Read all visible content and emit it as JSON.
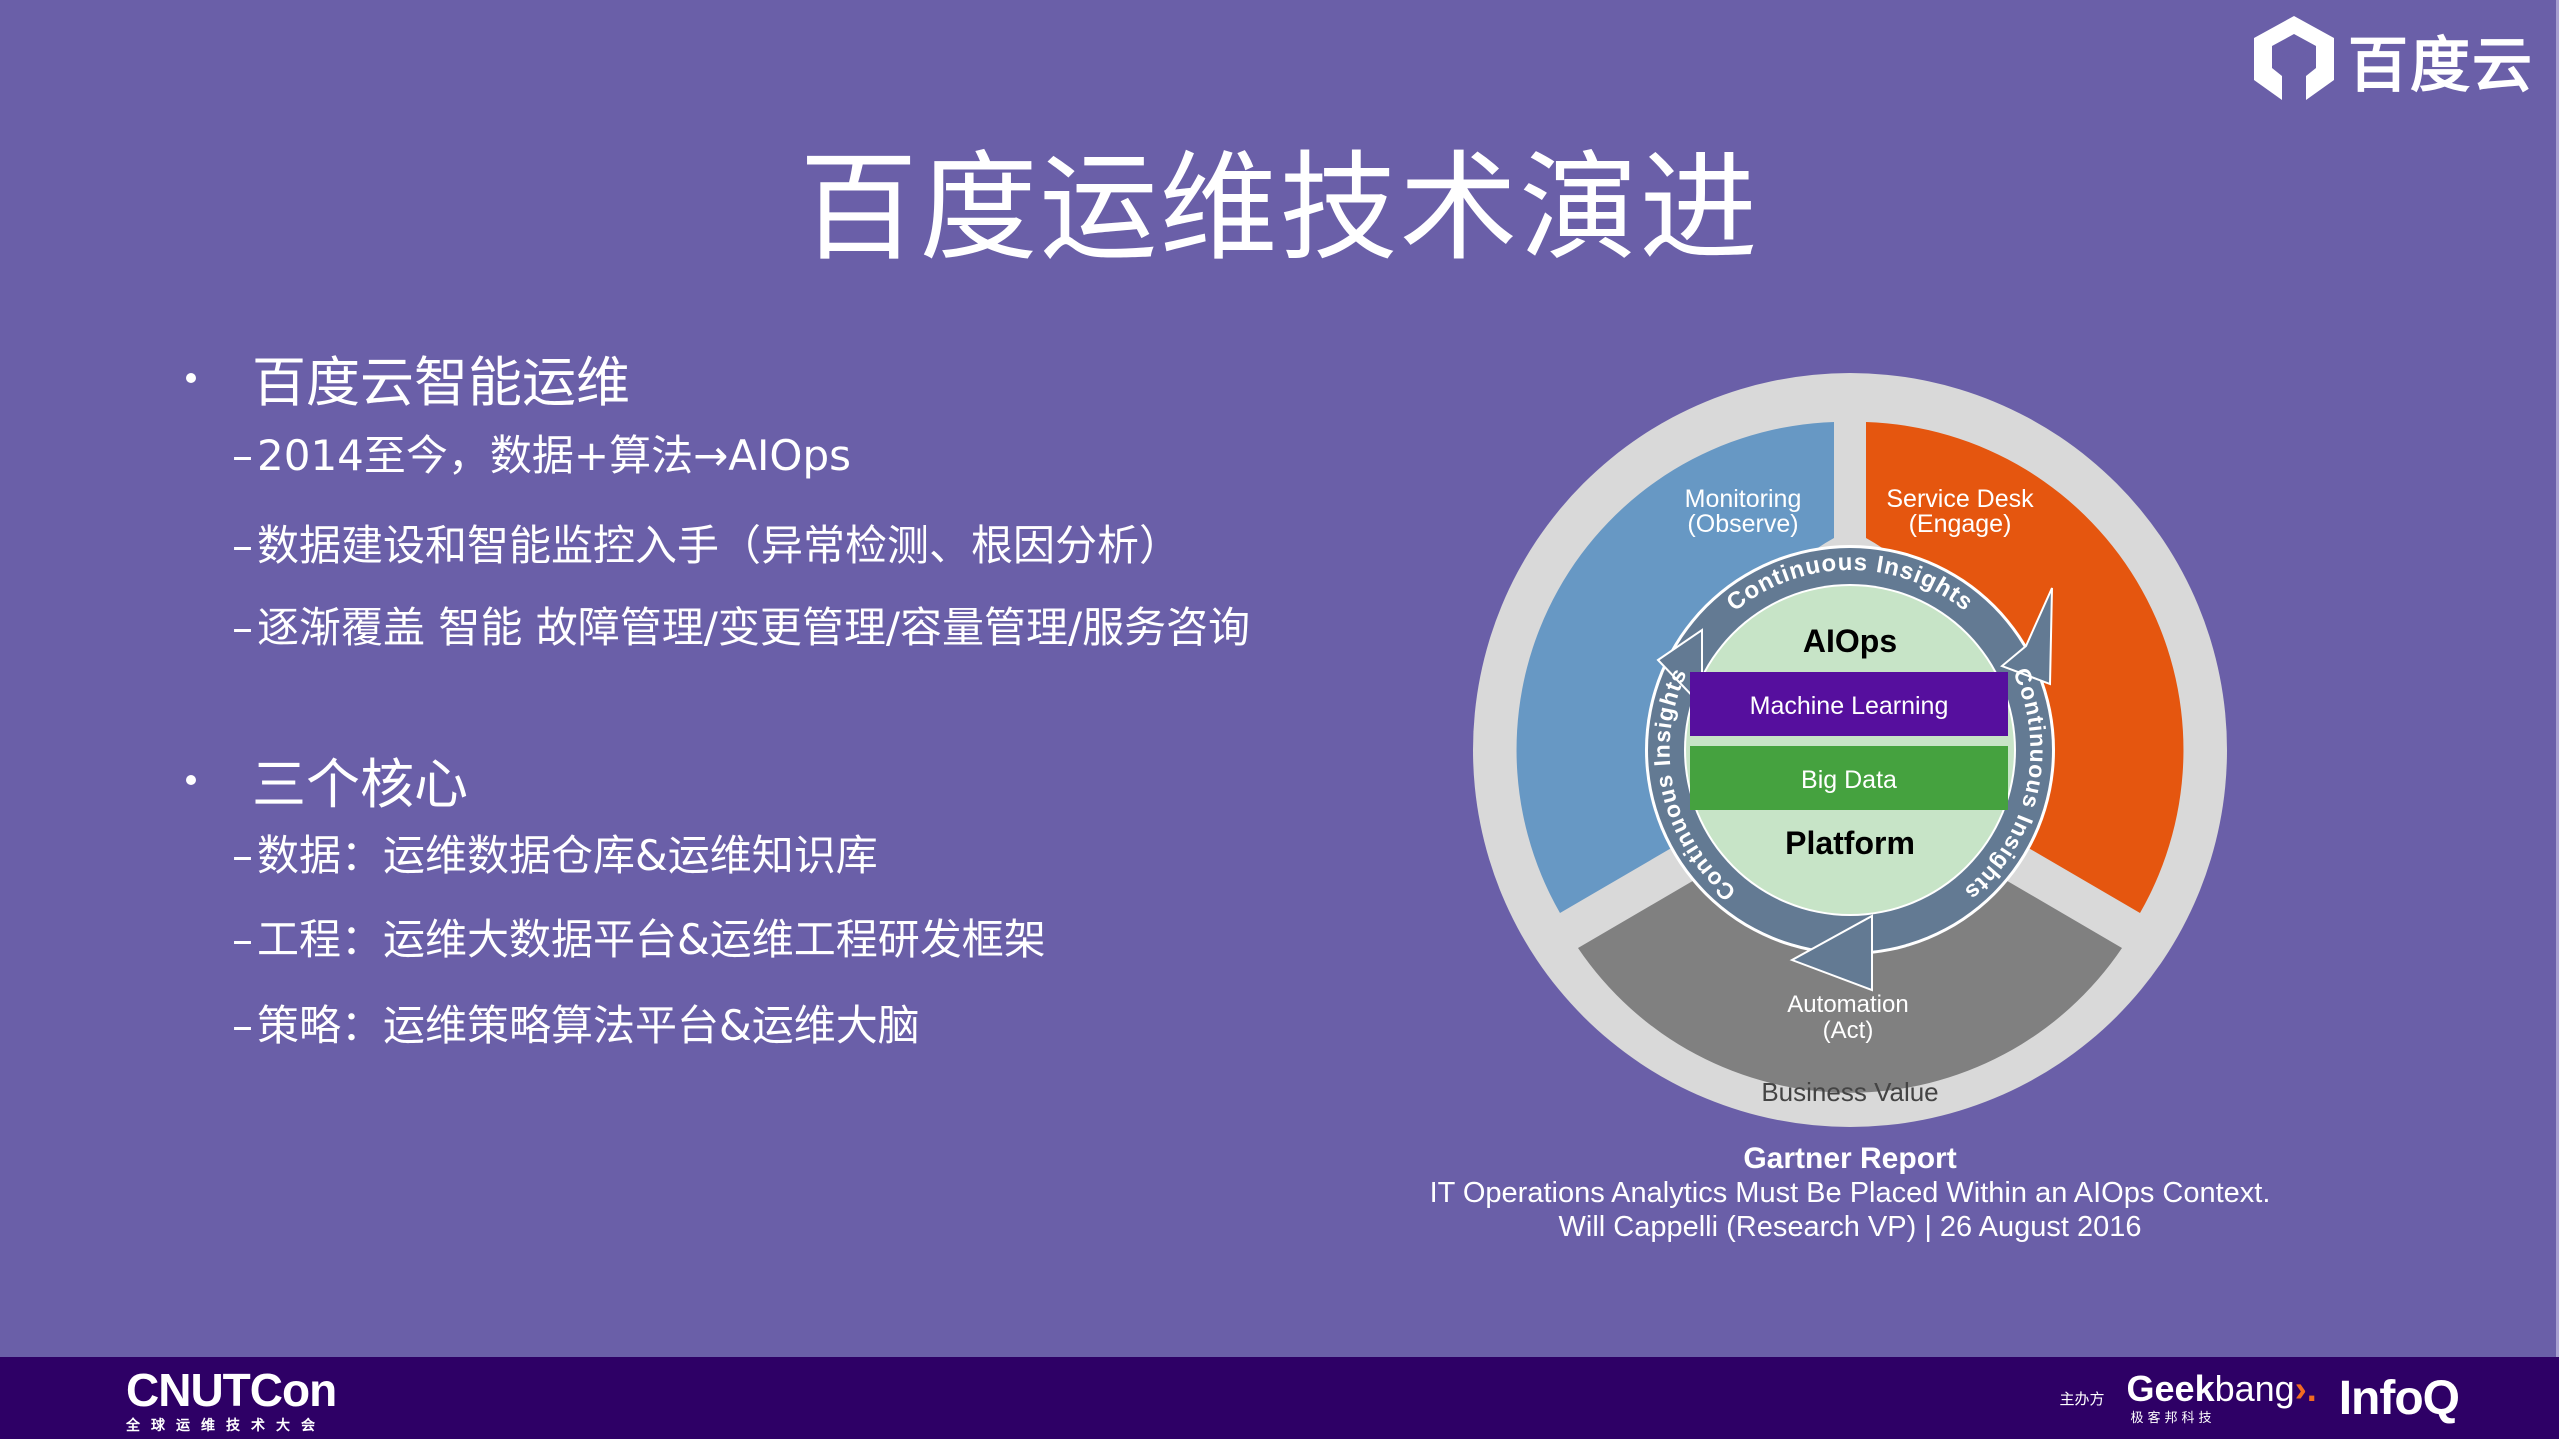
{
  "header": {
    "logo_text": "百度云",
    "title": "百度运维技术演进"
  },
  "content": {
    "bullets": [
      {
        "label": "百度云智能运维",
        "subs": [
          "2014至今，数据+算法→AIOps",
          "数据建设和智能监控入手（异常检测、根因分析）",
          "逐渐覆盖 智能 故障管理/变更管理/容量管理/服务咨询"
        ]
      },
      {
        "label": "三个核心",
        "subs": [
          "数据：运维数据仓库&运维知识库",
          "工程：运维大数据平台&运维工程研发框架",
          "策略：运维策略算法平台&运维大脑"
        ]
      }
    ],
    "dash": "–"
  },
  "diagram": {
    "outer_label": "Business Value",
    "segments": [
      {
        "line1": "Monitoring",
        "line2": "(Observe)",
        "color": "#6798c4"
      },
      {
        "line1": "Service Desk",
        "line2": "(Engage)",
        "color": "#e5560f"
      },
      {
        "line1": "Automation",
        "line2": "(Act)",
        "color": "#808080"
      }
    ],
    "ring_label": "Continuous Insights",
    "ring_color": "#637a93",
    "core": {
      "top": "AIOps",
      "layers": [
        {
          "label": "Machine Learning",
          "color": "#560f9e"
        },
        {
          "label": "Big Data",
          "color": "#45a23f"
        }
      ],
      "bottom": "Platform",
      "fill": "#c7e4c7"
    },
    "outer_fill": "#d9d9d9"
  },
  "citation": {
    "title": "Gartner Report",
    "line1": "IT Operations Analytics Must Be Placed Within an AIOps Context.",
    "line2": "Will Cappelli (Research VP) | 26 August 2016"
  },
  "footer": {
    "conference": "CNUTCon",
    "conference_sub": "全球运维技术大会",
    "host_label": "主办方",
    "geekbang_a": "Geek",
    "geekbang_b": "bang",
    "geekbang_accent": "›.",
    "geekbang_sub": "极客邦科技",
    "infoq": "InfoQ"
  }
}
